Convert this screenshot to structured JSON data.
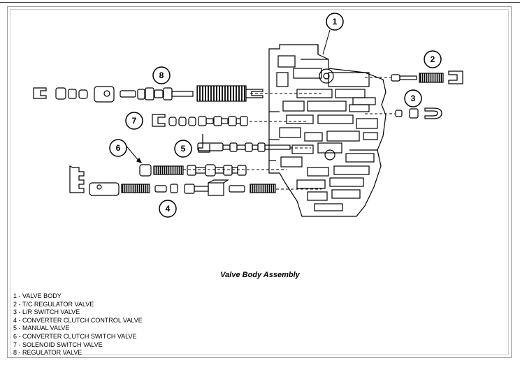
{
  "callouts": [
    "1",
    "2",
    "3",
    "4",
    "5",
    "6",
    "7",
    "8"
  ],
  "caption": "Valve Body Assembly",
  "legend": [
    "1 - VALVE BODY",
    "2 - T/C REGULATOR VALVE",
    "3 - L/R SWITCH VALVE",
    "4 - CONVERTER CLUTCH CONTROL VALVE",
    "5 - MANUAL VALVE",
    "6 - CONVERTER CLUTCH SWITCH VALVE",
    "7 - SOLENOID SWITCH VALVE",
    "8 - REGULATOR VALVE"
  ],
  "colors": {
    "line": "#000000",
    "background": "#ffffff",
    "frame": "#9a9a9a"
  }
}
